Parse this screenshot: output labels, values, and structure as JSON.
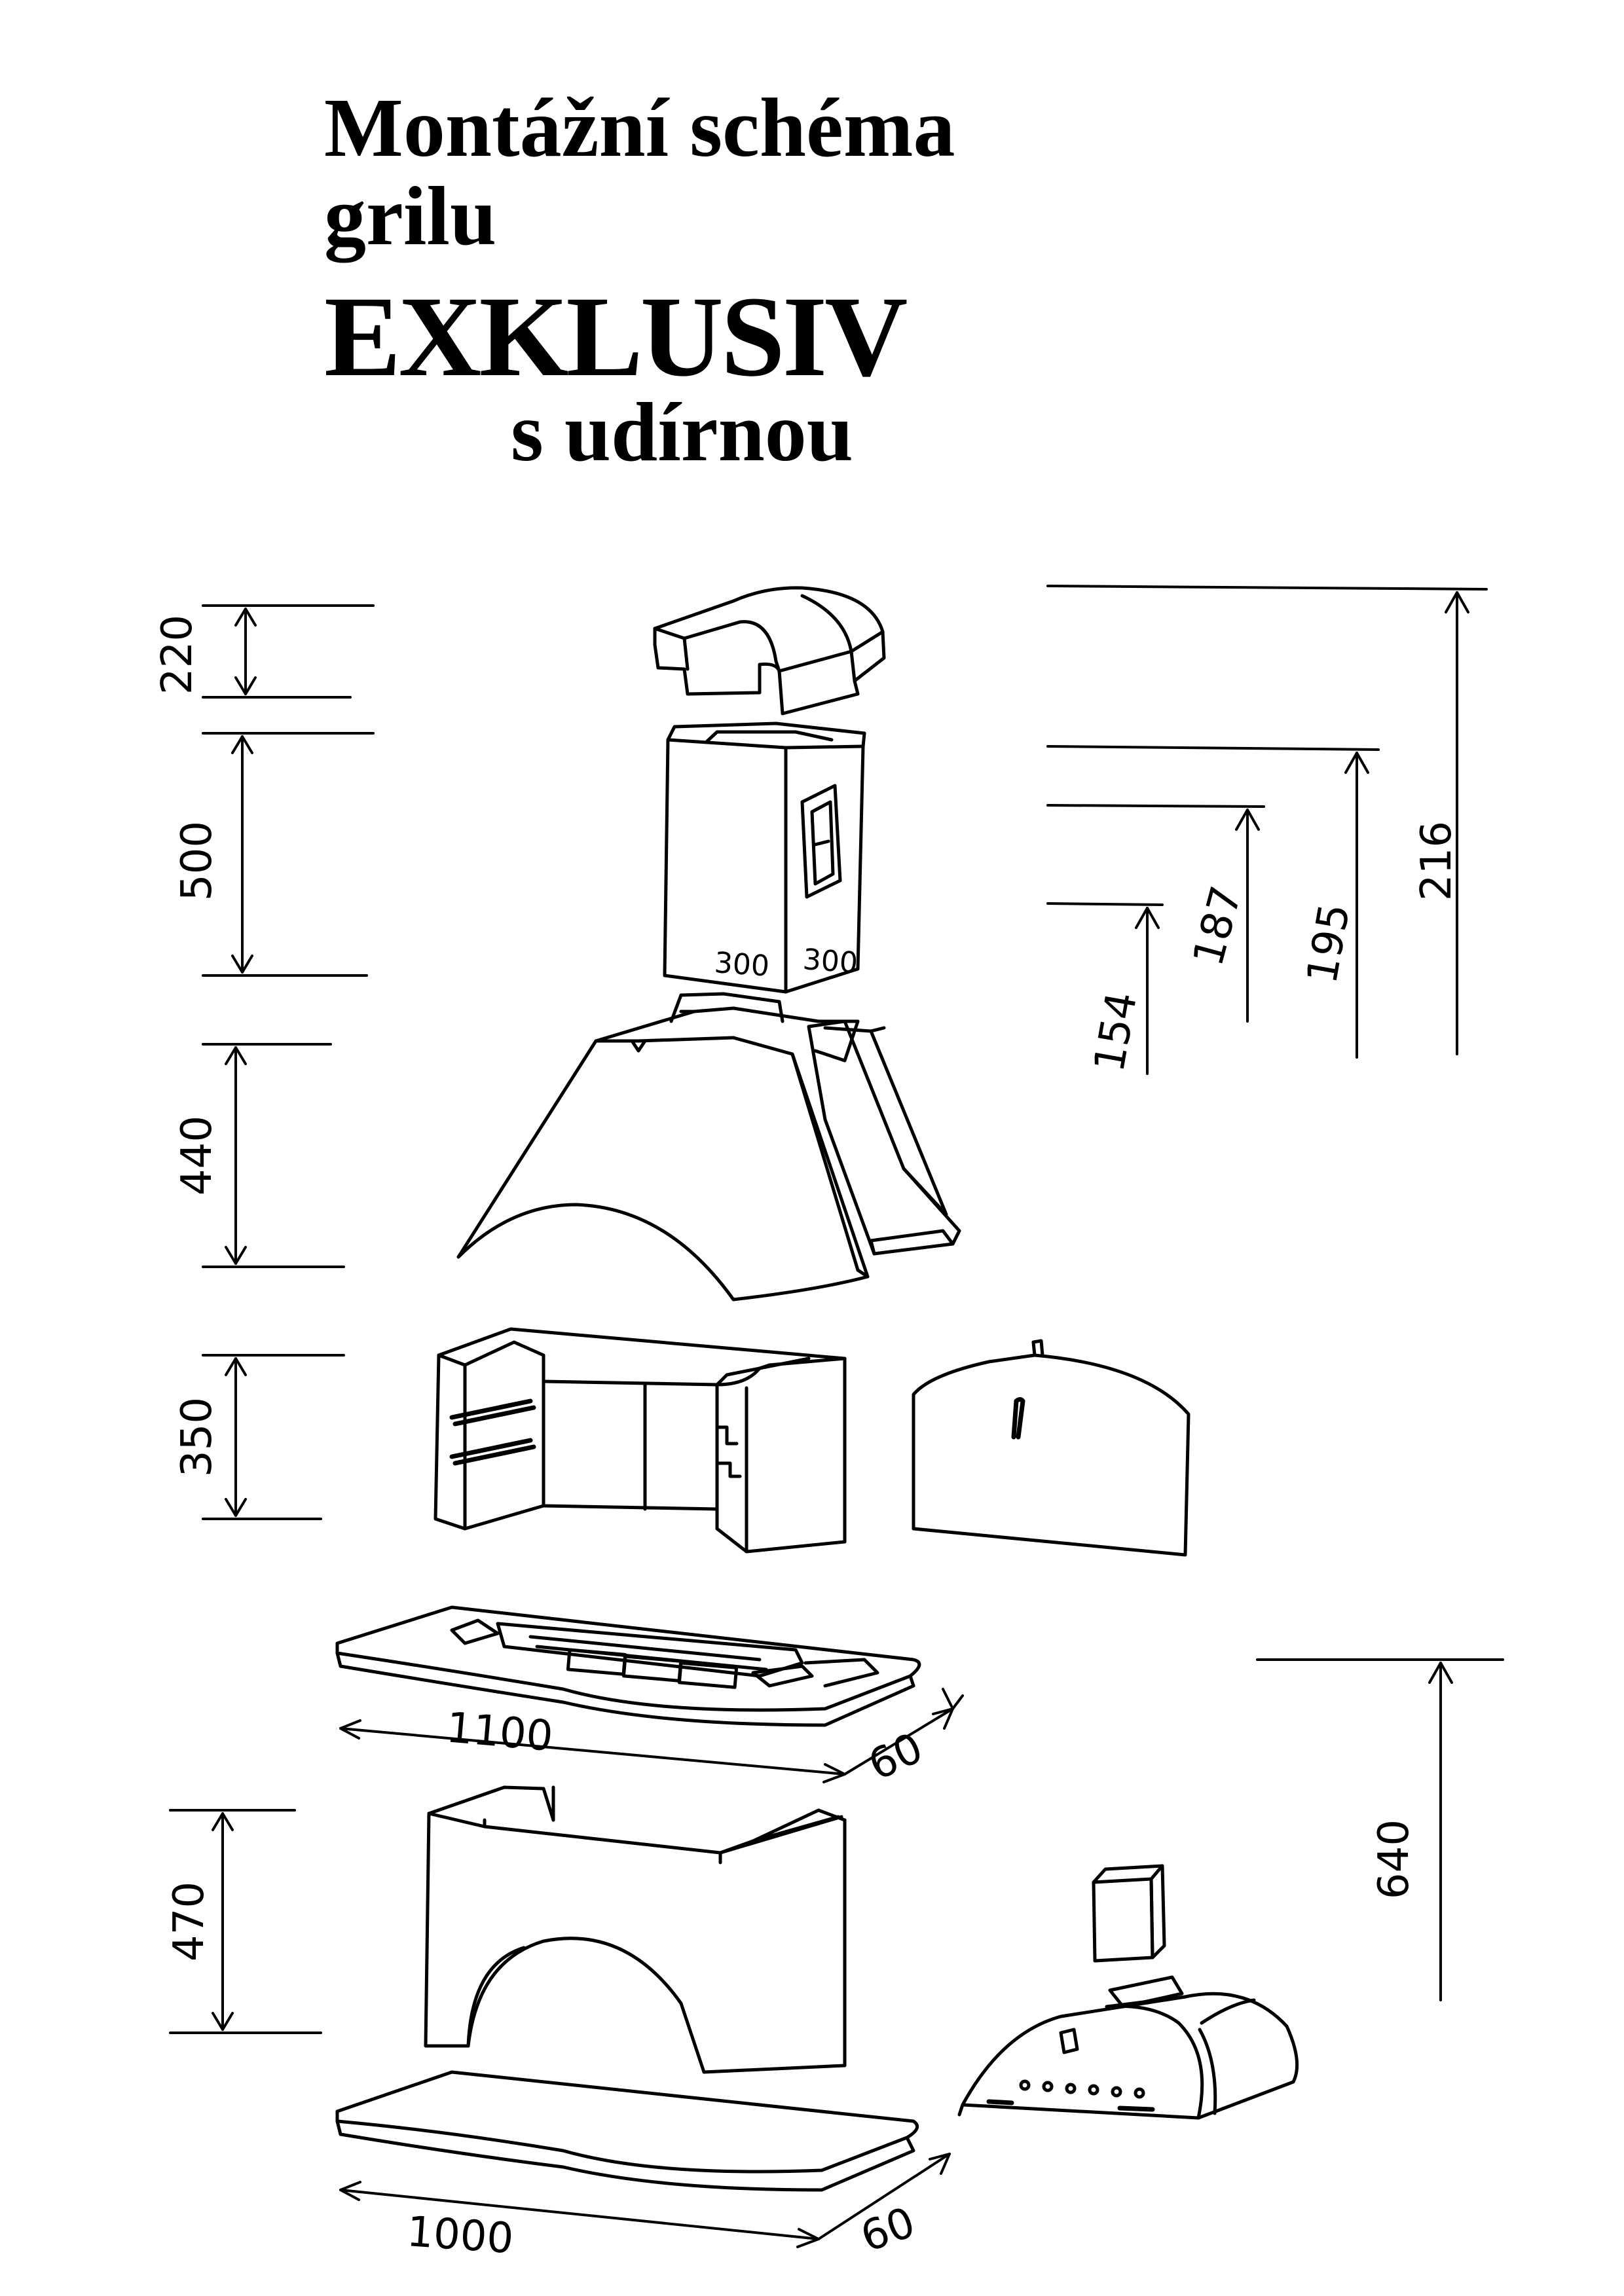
{
  "title": {
    "line1": "Montážní schéma",
    "line2": "grilu",
    "line3": "EXKLUSIV",
    "line4": "s udírnou"
  },
  "dimensions": {
    "cap_height": "220",
    "chimney_height": "500",
    "hood_height": "440",
    "firebox_height": "350",
    "base_height": "470",
    "level_154": "154",
    "level_187": "187",
    "level_195": "195",
    "level_216": "216",
    "level_640": "640",
    "grill_plate_width": "1100",
    "grill_plate_depth": "60",
    "bottom_plate_width": "1000",
    "bottom_plate_depth": "60",
    "chimney_section_a": "300",
    "chimney_section_b": "300"
  }
}
